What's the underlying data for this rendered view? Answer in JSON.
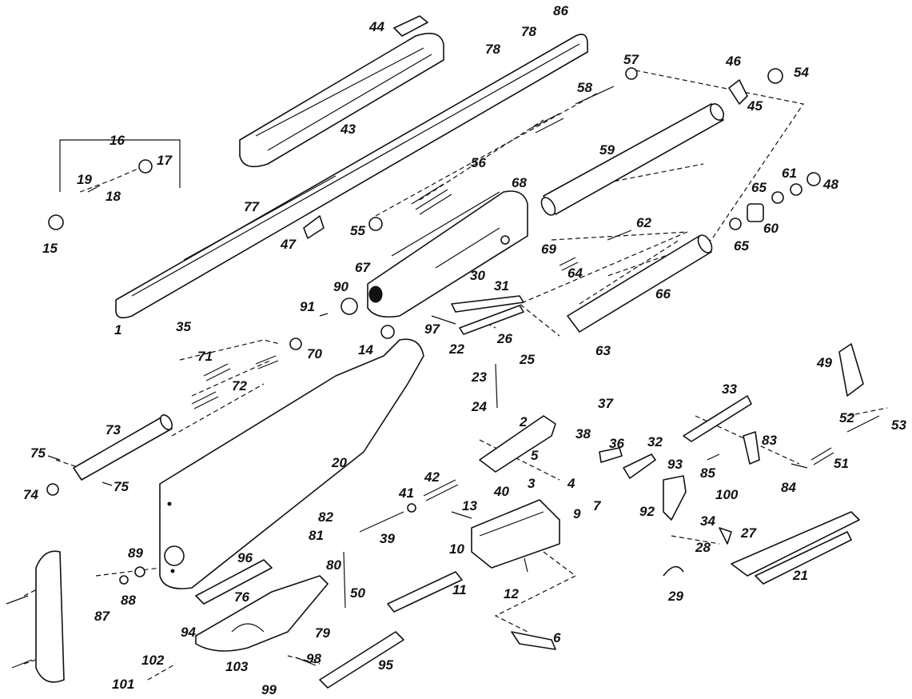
{
  "labels": {
    "l1": "1",
    "l2": "2",
    "l3": "3",
    "l4": "4",
    "l5": "5",
    "l6": "6",
    "l7": "7",
    "l9": "9",
    "l10": "10",
    "l11": "11",
    "l12": "12",
    "l13": "13",
    "l14": "14",
    "l15": "15",
    "l16": "16",
    "l17": "17",
    "l18": "18",
    "l19": "19",
    "l20": "20",
    "l21": "21",
    "l22": "22",
    "l23": "23",
    "l24": "24",
    "l25": "25",
    "l26": "26",
    "l27": "27",
    "l28": "28",
    "l29": "29",
    "l30": "30",
    "l31": "31",
    "l32": "32",
    "l33": "33",
    "l34": "34",
    "l35": "35",
    "l36": "36",
    "l37": "37",
    "l38": "38",
    "l39": "39",
    "l40": "40",
    "l41": "41",
    "l42": "42",
    "l43": "43",
    "l44": "44",
    "l45": "45",
    "l46": "46",
    "l47": "47",
    "l48": "48",
    "l49": "49",
    "l50": "50",
    "l51": "51",
    "l52": "52",
    "l53": "53",
    "l54": "54",
    "l55": "55",
    "l56": "56",
    "l57": "57",
    "l58": "58",
    "l59": "59",
    "l60": "60",
    "l61": "61",
    "l62": "62",
    "l63": "63",
    "l64": "64",
    "l65a": "65",
    "l65b": "65",
    "l66": "66",
    "l67": "67",
    "l68": "68",
    "l69": "69",
    "l70": "70",
    "l71": "71",
    "l72": "72",
    "l73": "73",
    "l74": "74",
    "l75a": "75",
    "l75b": "75",
    "l76": "76",
    "l77": "77",
    "l78a": "78",
    "l78b": "78",
    "l79": "79",
    "l80": "80",
    "l81": "81",
    "l82": "82",
    "l83": "83",
    "l84": "84",
    "l85": "85",
    "l86": "86",
    "l87": "87",
    "l88": "88",
    "l89": "89",
    "l90": "90",
    "l91": "91",
    "l92": "92",
    "l93": "93",
    "l94": "94",
    "l95": "95",
    "l96": "96",
    "l97": "97",
    "l98": "98",
    "l99": "99",
    "l100": "100",
    "l101": "101",
    "l102": "102",
    "l103": "103"
  },
  "colors": {
    "ink": "#111111",
    "paper": "#ffffff"
  }
}
